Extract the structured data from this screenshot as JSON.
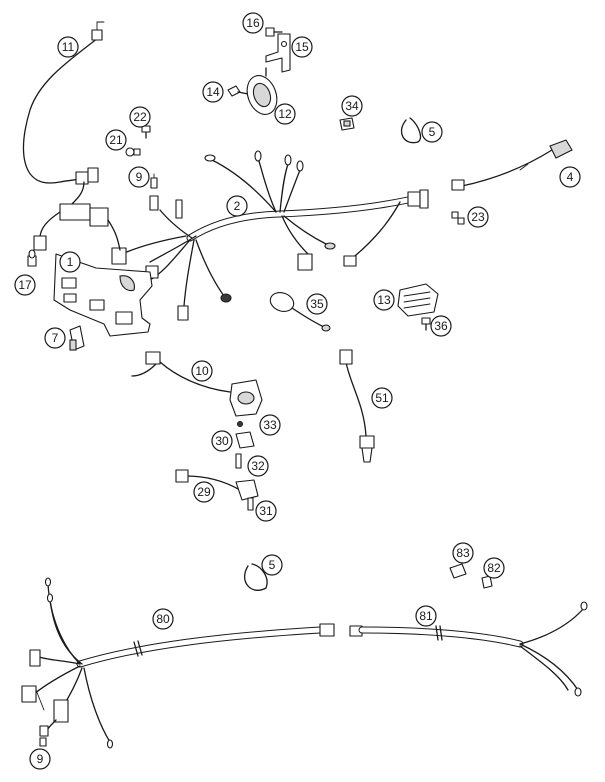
{
  "callouts": [
    {
      "id": "c11",
      "label": "11"
    },
    {
      "id": "c16",
      "label": "16"
    },
    {
      "id": "c15",
      "label": "15"
    },
    {
      "id": "c14",
      "label": "14"
    },
    {
      "id": "c12",
      "label": "12"
    },
    {
      "id": "c34",
      "label": "34"
    },
    {
      "id": "c5a",
      "label": "5"
    },
    {
      "id": "c22",
      "label": "22"
    },
    {
      "id": "c21",
      "label": "21"
    },
    {
      "id": "c9a",
      "label": "9"
    },
    {
      "id": "c2",
      "label": "2"
    },
    {
      "id": "c4",
      "label": "4"
    },
    {
      "id": "c23",
      "label": "23"
    },
    {
      "id": "c1",
      "label": "1"
    },
    {
      "id": "c17",
      "label": "17"
    },
    {
      "id": "c35",
      "label": "35"
    },
    {
      "id": "c13",
      "label": "13"
    },
    {
      "id": "c36",
      "label": "36"
    },
    {
      "id": "c7",
      "label": "7"
    },
    {
      "id": "c10",
      "label": "10"
    },
    {
      "id": "c51",
      "label": "51"
    },
    {
      "id": "c33",
      "label": "33"
    },
    {
      "id": "c30",
      "label": "30"
    },
    {
      "id": "c32",
      "label": "32"
    },
    {
      "id": "c29",
      "label": "29"
    },
    {
      "id": "c31",
      "label": "31"
    },
    {
      "id": "c5b",
      "label": "5"
    },
    {
      "id": "c83",
      "label": "83"
    },
    {
      "id": "c82",
      "label": "82"
    },
    {
      "id": "c80",
      "label": "80"
    },
    {
      "id": "c81",
      "label": "81"
    },
    {
      "id": "c9b",
      "label": "9"
    }
  ]
}
